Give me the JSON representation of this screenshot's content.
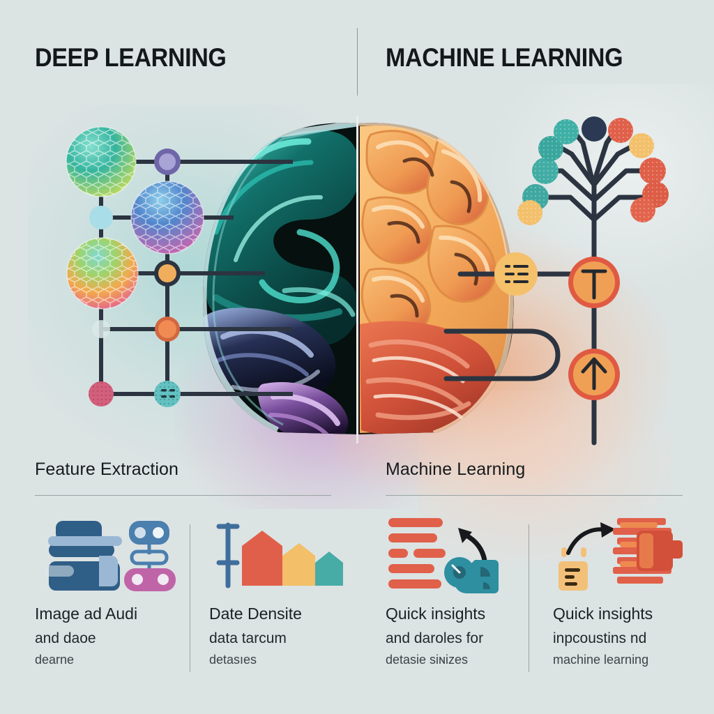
{
  "headers": {
    "left_title": "DEEP LEARNING",
    "right_title": "MACHINE LEARNING"
  },
  "sections": {
    "left_label": "Feature Extraction",
    "right_label": "Machine Learning"
  },
  "columns": [
    {
      "icon": "layered-image-and-robot-icon",
      "line1": "Image ad Audi",
      "line2": "and daoe",
      "line3": "dearne"
    },
    {
      "icon": "bar-chart-icon",
      "line1": "Date Densite",
      "line2": "data tarcum",
      "line3": "detasıes"
    },
    {
      "icon": "text-lines-arrow-gear-icon",
      "line1": "Quick insights",
      "line2": "and daroles for",
      "line3": "detasie siɴizes"
    },
    {
      "icon": "document-arrow-server-icon",
      "line1": "Quick insights",
      "line2": "inpcoustins nd",
      "line3": "machine learning"
    }
  ],
  "diagrams": {
    "neural_network": {
      "name": "deep-learning-node-graph",
      "spheres": [
        {
          "id": "sphere-teal-green",
          "colors": [
            "#3fb8a8",
            "#b9d65c"
          ]
        },
        {
          "id": "sphere-blue-purple",
          "colors": [
            "#4a8fd0",
            "#c05fb0"
          ]
        },
        {
          "id": "sphere-rainbow",
          "colors": [
            "#5ec8c0",
            "#f0a040"
          ]
        }
      ],
      "nodes": [
        {
          "id": "node-purple",
          "color": "#8b86c9"
        },
        {
          "id": "node-lightblue",
          "color": "#a8dbe4"
        },
        {
          "id": "node-orange-ring",
          "color": "#f0a94e"
        },
        {
          "id": "node-orange-solid",
          "color": "#ee8a50"
        },
        {
          "id": "node-pink",
          "color": "#d9627e"
        },
        {
          "id": "node-teal-dots",
          "color": "#6cc2c2"
        }
      ],
      "edge_color": "#2b3440"
    },
    "decision_tree": {
      "name": "machine-learning-decision-tree",
      "leaf_colors_left": [
        "#3ea8a0",
        "#44b0a6",
        "#3da79f",
        "#3aa59c",
        "#f3bf68"
      ],
      "leaf_colors_right": [
        "#e0604a",
        "#f3bf68",
        "#df5f49",
        "#dd5c46",
        "#e2644c"
      ],
      "root_color": "#2b3440",
      "badges": [
        {
          "id": "list-badge-icon",
          "fill": "#f5c06a",
          "glyph": "list"
        },
        {
          "id": "target-badge-icon",
          "fill": "#f0a055",
          "ring": "#e05a42",
          "glyph": "T"
        },
        {
          "id": "uparrow-badge-icon",
          "fill": "#f0a055",
          "ring": "#e05a42",
          "glyph": "arrow-up"
        }
      ]
    },
    "brain": {
      "name": "split-brain-illustration",
      "left_hemisphere_colors": [
        "#0b4a47",
        "#2ec4b6",
        "#1b2440",
        "#7a5fa8",
        "#c9a6e0"
      ],
      "right_hemisphere_colors": [
        "#f5b46a",
        "#f0a45a",
        "#d4553f",
        "#c24a36"
      ]
    }
  },
  "palette": {
    "background": "#dce3e3",
    "ink": "#14181b",
    "rule": "#9aa4a5",
    "accent_teal": "#3fb8a8",
    "accent_orange": "#ee8a50",
    "accent_red": "#e0604a"
  }
}
